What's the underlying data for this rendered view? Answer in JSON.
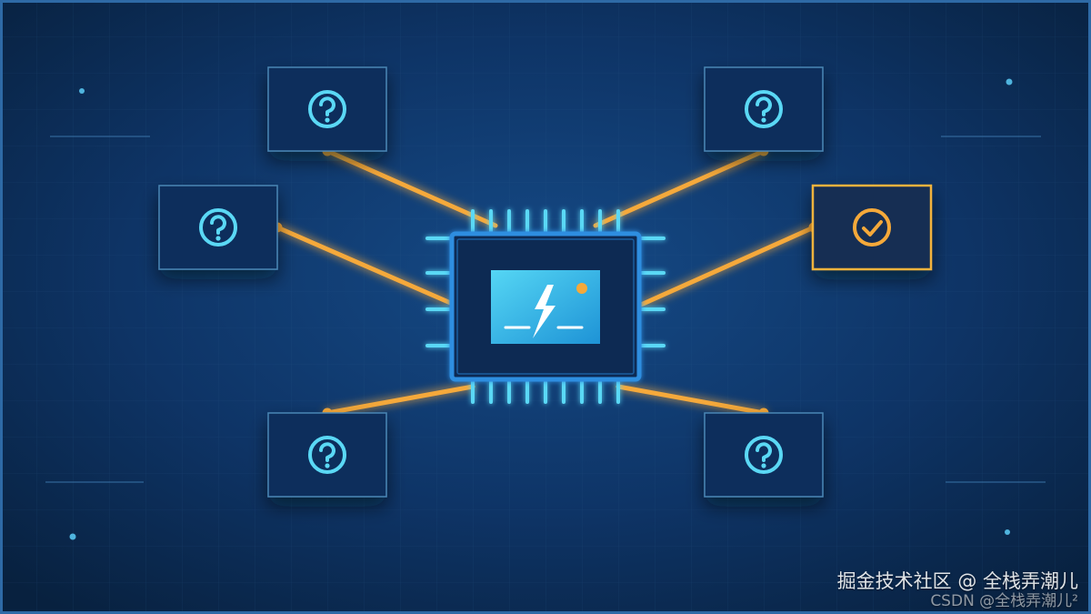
{
  "diagram": {
    "center": {
      "name": "processor-chip",
      "icon": "lightning-bolt-icon"
    },
    "nodes": [
      {
        "id": "top-left",
        "icon": "question-circle-icon",
        "state": "unknown"
      },
      {
        "id": "middle-left",
        "icon": "question-circle-icon",
        "state": "unknown"
      },
      {
        "id": "bottom-left",
        "icon": "question-circle-icon",
        "state": "unknown"
      },
      {
        "id": "top-right",
        "icon": "question-circle-icon",
        "state": "unknown"
      },
      {
        "id": "middle-right",
        "icon": "check-circle-icon",
        "state": "selected"
      },
      {
        "id": "bottom-right",
        "icon": "question-circle-icon",
        "state": "unknown"
      }
    ],
    "colors": {
      "background": "#0c2c55",
      "accent_cyan": "#5ad8f5",
      "accent_orange": "#f5a93a",
      "box_border": "#4a86b4",
      "selected_border": "#f2b33d"
    }
  },
  "watermark": {
    "main": "掘金技术社区 @ 全栈弄潮儿",
    "sub": "CSDN @全栈弄潮儿²"
  }
}
